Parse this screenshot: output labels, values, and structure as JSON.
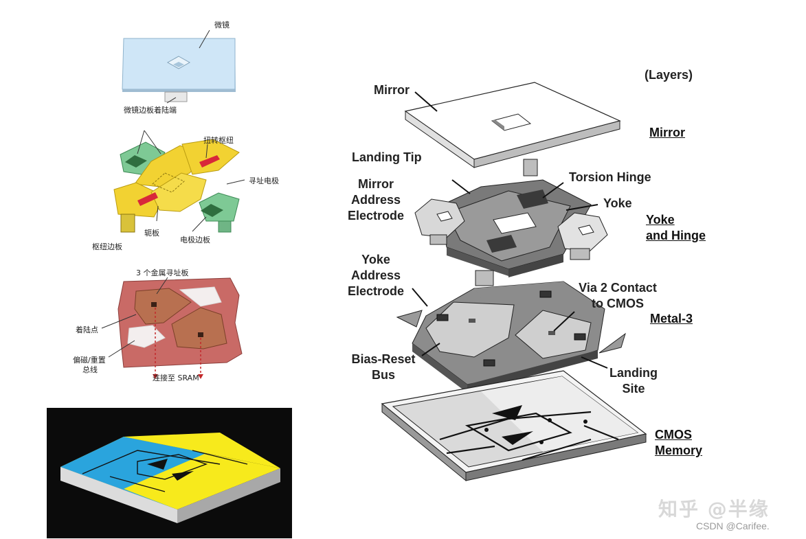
{
  "left_diagram": {
    "mirror": "微镜",
    "mirror_landing_tip": "微镜边板着陆端",
    "torsion_hinge": "扭转枢纽",
    "address_electrode": "寻址电极",
    "hinge_edge": "枢纽边板",
    "yoke": "轭板",
    "electrode_edge": "电极边板",
    "metal_address_plates": "3 个金属寻址板",
    "landing_point": "着陆点",
    "bias_reset_bus": [
      "偏磁/重置",
      "总线"
    ],
    "to_sram": "连接至 SRAM"
  },
  "right_diagram": {
    "layers_heading": "(Layers)",
    "parts": {
      "mirror": "Mirror",
      "landing_tip": "Landing Tip",
      "mirror_address_electrode": [
        "Mirror",
        "Address",
        "Electrode"
      ],
      "torsion_hinge": "Torsion Hinge",
      "yoke": "Yoke",
      "yoke_address_electrode": [
        "Yoke",
        "Address",
        "Electrode"
      ],
      "via2_contact": [
        "Via 2 Contact",
        "to CMOS"
      ],
      "bias_reset_bus": [
        "Bias-Reset",
        "Bus"
      ],
      "landing_site": [
        "Landing",
        "Site"
      ]
    },
    "layers": {
      "mirror": "Mirror",
      "yoke_hinge": [
        "Yoke",
        "and Hinge"
      ],
      "metal3": "Metal-3",
      "cmos_memory": [
        "CMOS",
        "Memory"
      ]
    }
  },
  "watermarks": {
    "zhihu": "知乎 @半缘",
    "csdn": "CSDN @Carifee."
  },
  "colors": {
    "mirror_fill": "#cfe6f7",
    "electrode_green": "#7ec995",
    "yoke_yellow": "#f2d232",
    "hinge_red": "#d8283a",
    "metal_brown": "#b87050",
    "metal_pink": "#c96a66",
    "cmos_blue": "#2aa4dd",
    "cmos_yellow": "#f7ea1c",
    "panel_black": "#0b0b0b"
  }
}
